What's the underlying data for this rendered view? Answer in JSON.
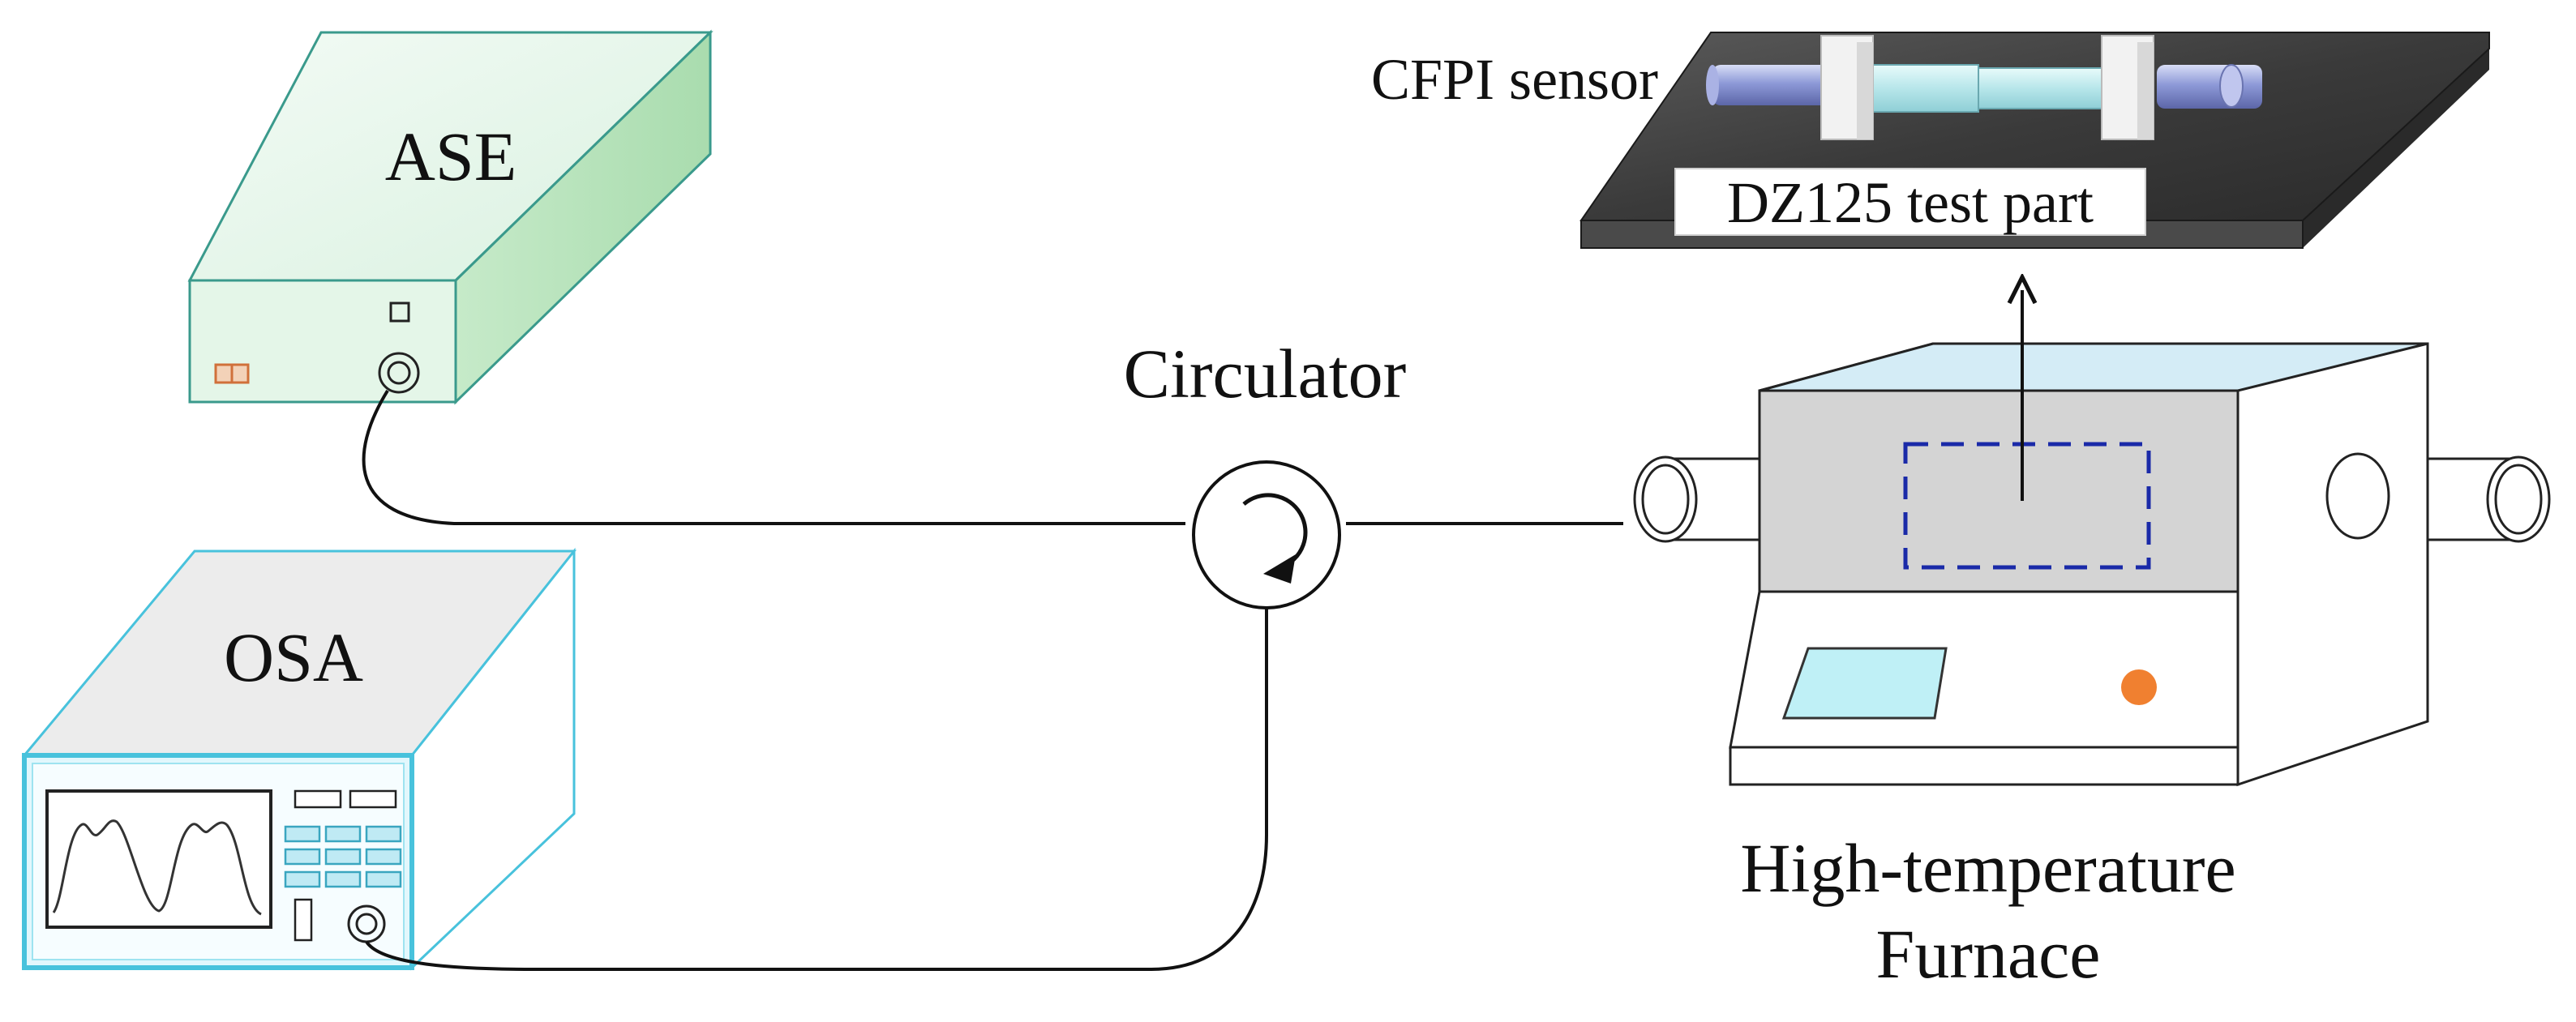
{
  "labels": {
    "ase": "ASE",
    "osa": "OSA",
    "circulator": "Circulator",
    "cfpi_sensor": "CFPI sensor",
    "test_part": "DZ125 test part",
    "furnace_line1": "High-temperature",
    "furnace_line2": "Furnace"
  },
  "colors": {
    "ase_body": "#d6f0dc",
    "ase_side": "#b5e2b7",
    "ase_edge": "#3a9a8c",
    "osa_top": "#ececec",
    "osa_front": "#dff6fb",
    "osa_edge": "#48c2dc",
    "furnace_panel": "#d4d4d4",
    "furnace_top": "#cfeaf6",
    "furnace_window_border": "#1a2aa8",
    "furnace_screen": "#bff0f6",
    "furnace_knob": "#f08030",
    "plate": "#3c3c3c",
    "sensor_fiber": "#9aa6e0",
    "fiber": "#111111"
  }
}
